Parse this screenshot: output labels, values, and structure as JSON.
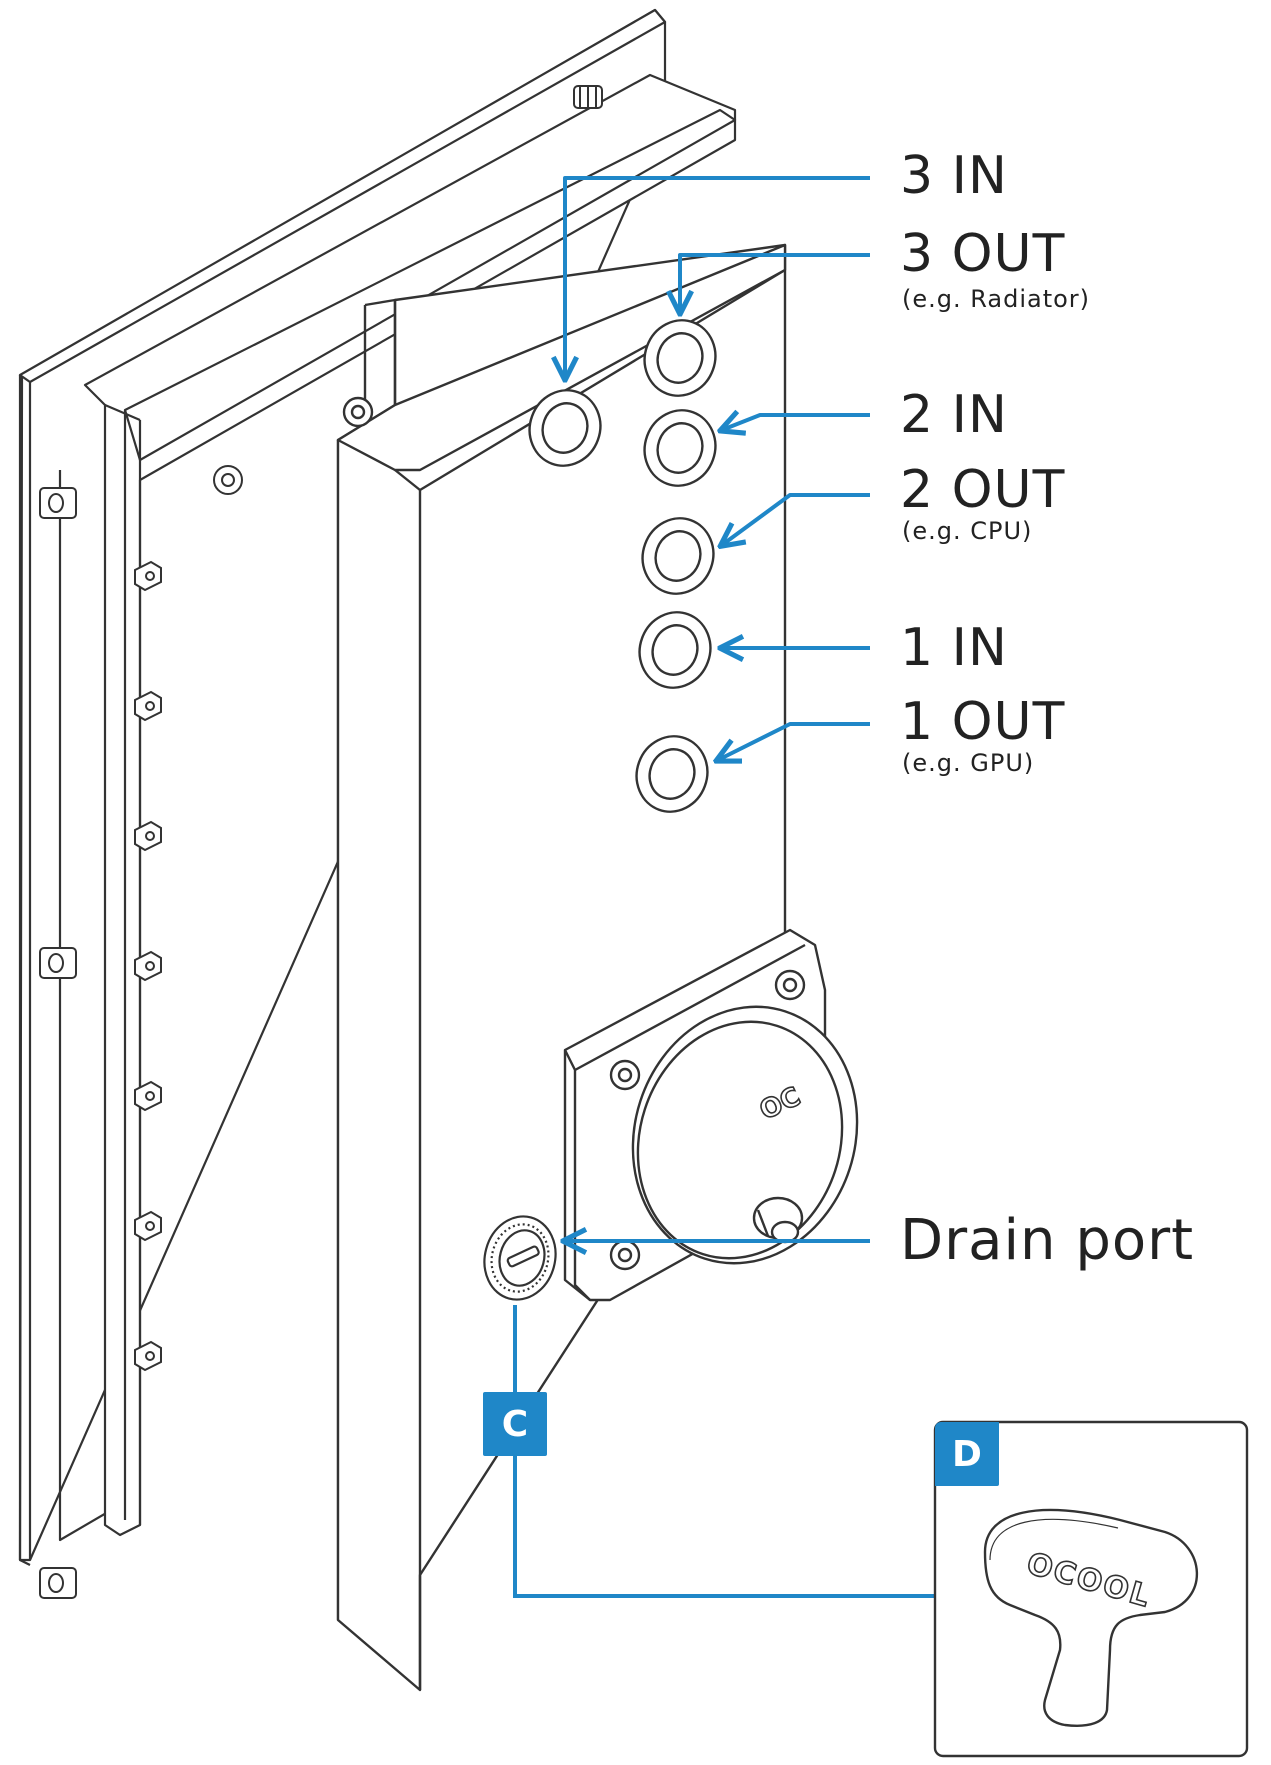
{
  "labels": {
    "port_3_in": "3 IN",
    "port_3_out": "3 OUT",
    "port_3_out_example": "(e.g. Radiator)",
    "port_2_in": "2 IN",
    "port_2_out": "2 OUT",
    "port_2_out_example": "(e.g. CPU)",
    "port_1_in": "1 IN",
    "port_1_out": "1 OUT",
    "port_1_out_example": "(e.g. GPU)",
    "drain_port": "Drain port"
  },
  "badges": {
    "c": "C",
    "d": "D"
  },
  "logos": {
    "pump_logo": "OC",
    "tool_logo": "OCOOL"
  },
  "colors": {
    "callout": "#1f87c8",
    "badge": "#1f87c8",
    "line": "#333333",
    "text": "#222222"
  }
}
